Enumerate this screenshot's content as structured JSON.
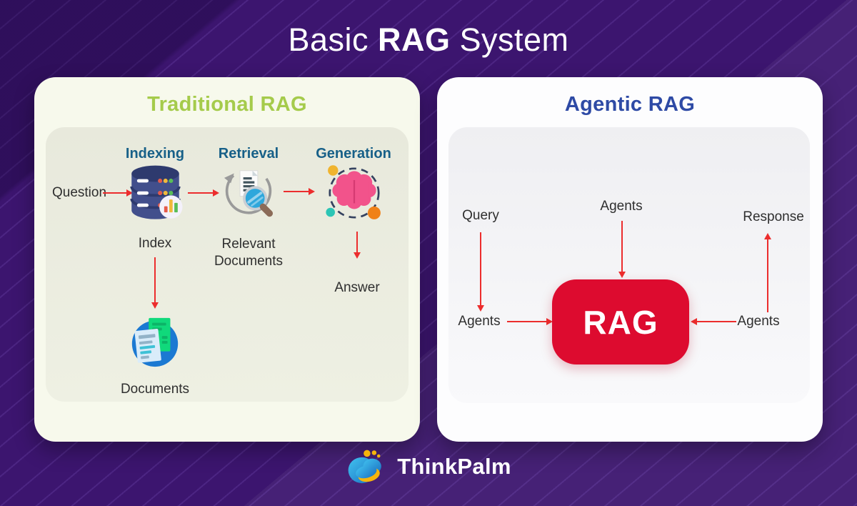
{
  "title": {
    "prefix": "Basic ",
    "bold": "RAG",
    "suffix": " System"
  },
  "left": {
    "title": "Traditional RAG",
    "columns": [
      {
        "label": "Indexing"
      },
      {
        "label": "Retrieval"
      },
      {
        "label": "Generation"
      }
    ],
    "labels": {
      "question": "Question",
      "index": "Index",
      "relevant_documents": "Relevant Documents",
      "answer": "Answer",
      "documents": "Documents"
    },
    "icons": {
      "indexing": "database-icon",
      "retrieval": "document-search-icon",
      "generation": "brain-icon",
      "documents": "documents-icon"
    }
  },
  "right": {
    "title": "Agentic RAG",
    "labels": {
      "query": "Query",
      "agents_top": "Agents",
      "response": "Response",
      "agents_left": "Agents",
      "agents_right": "Agents"
    },
    "rag_label": "RAG"
  },
  "footer": {
    "brand": "ThinkPalm",
    "logo_icon": "thinkpalm-wave-icon"
  },
  "colors": {
    "bg_purple": "#3c156f",
    "panel_cream": "#f7f9ec",
    "panel_white": "#fdfdfe",
    "green": "#a5cb4b",
    "blue": "#2e4aa5",
    "teal": "#176088",
    "arrow_red": "#ec2d2d",
    "rag_red": "#dd0b2f",
    "label_dark": "#2f2f2f"
  }
}
